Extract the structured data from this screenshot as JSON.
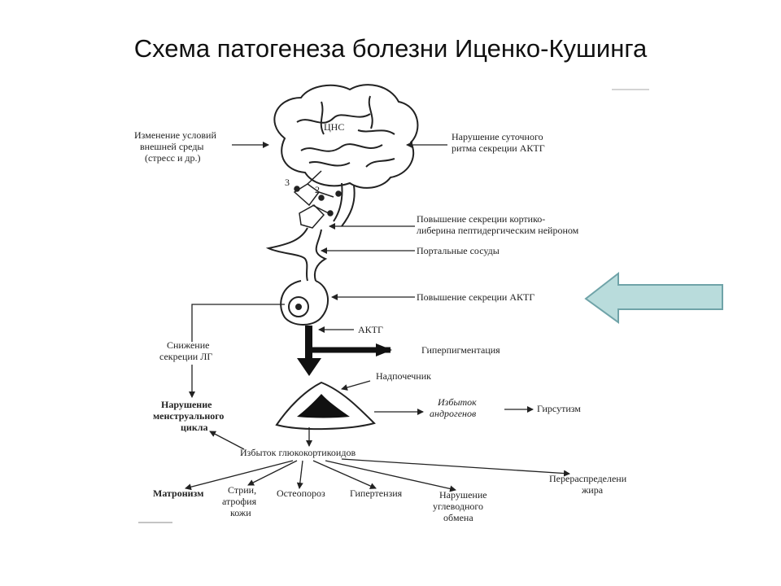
{
  "title": "Схема патогенеза болезни Иценко-Кушинга",
  "labels": {
    "env_change": [
      "Изменение условий",
      "внешней среды",
      "(стресс и др.)"
    ],
    "circadian": [
      "Нарушение суточного",
      "ритма секреции АКТГ"
    ],
    "cns": "ЦНС",
    "n3": "3",
    "n2": "2",
    "crh": [
      "Повышение секреции кортико-",
      "либерина пептидергическим нейроном"
    ],
    "portal": "Портальные сосуды",
    "acth_up": "Повышение секреции АКТГ",
    "lh_down": [
      "Снижение",
      "секреции ЛГ"
    ],
    "acth": "АКТГ",
    "pigment": "Гиперпигментация",
    "adrenal": "Надпочечник",
    "menstrual": [
      "Нарушение",
      "менструального",
      "цикла"
    ],
    "androgens": [
      "Избыток",
      "андрогенов"
    ],
    "hirsutism": "Гирсутизм",
    "glucocort": "Избыток глюкокортикоидов",
    "matronism": "Матронизм",
    "striae": [
      "Стрии,",
      "атрофия",
      "кожи"
    ],
    "osteoporosis": "Остеопороз",
    "hypertension": "Гипертензия",
    "carb": [
      "Нарушение",
      "углеводного",
      "обмена"
    ],
    "fat": [
      "Перераспределени",
      "жира"
    ]
  },
  "colors": {
    "highlight_arrow_fill": "#b9dcdc",
    "highlight_arrow_stroke": "#6fa3a8"
  }
}
